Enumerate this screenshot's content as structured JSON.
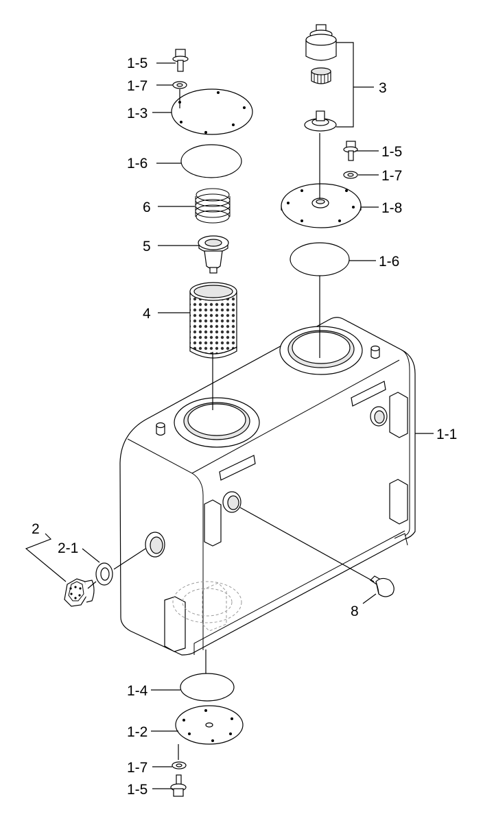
{
  "labels": {
    "bolt_top_left": "1-5",
    "washer_top_left": "1-7",
    "cover_left": "1-3",
    "seal_left": "1-6",
    "spring": "6",
    "valve": "5",
    "strainer": "4",
    "group_assembly": "2",
    "breather_seal": "2-1",
    "seal_bottom": "1-4",
    "cover_bottom": "1-2",
    "washer_bottom": "1-7",
    "bolt_bottom": "1-5",
    "breather_top": "3",
    "bolt_top_right": "1-5",
    "washer_top_right": "1-7",
    "cover_right": "1-8",
    "seal_right": "1-6",
    "tank": "1-1",
    "plug": "8"
  },
  "colors": {
    "line": "#000000",
    "fill": "#ffffff",
    "shade": "#e6e6e6",
    "hidden": "#9a9a9a"
  }
}
